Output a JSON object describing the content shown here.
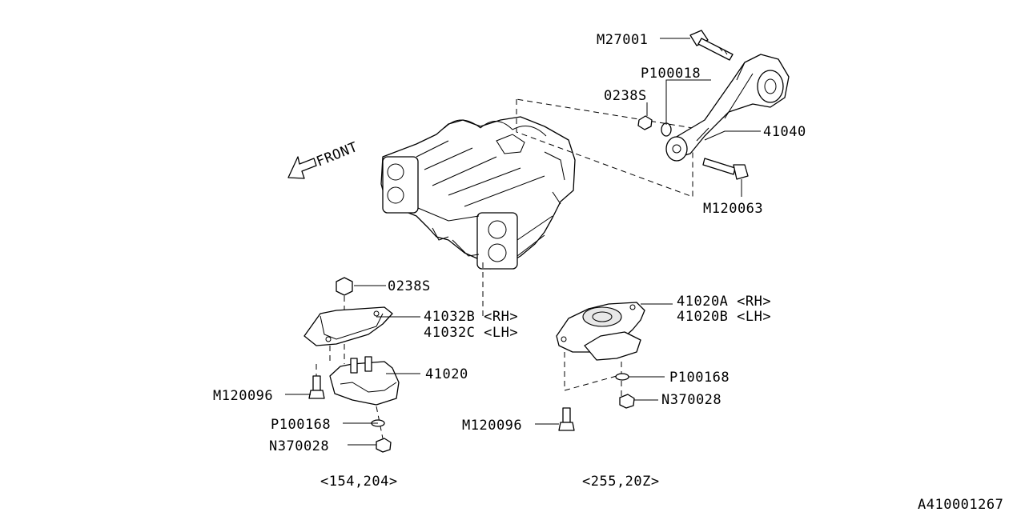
{
  "diagram": {
    "front_label": "FRONT",
    "parts": {
      "m27001": "M27001",
      "p100018": "P100018",
      "s0238_top": "0238S",
      "p41040": "41040",
      "m120063": "M120063",
      "s0238_left": "0238S",
      "p41032b": "41032B <RH>",
      "p41032c": "41032C <LH>",
      "p41020": "41020",
      "m120096_left": "M120096",
      "p100168_left": "P100168",
      "n370028_left": "N370028",
      "p41020a": "41020A <RH>",
      "p41020b": "41020B <LH>",
      "p100168_right": "P100168",
      "n370028_right": "N370028",
      "m120096_right": "M120096"
    },
    "applicability_left": "<154,204>",
    "applicability_right": "<255,20Z>",
    "figure_id": "A410001267"
  }
}
